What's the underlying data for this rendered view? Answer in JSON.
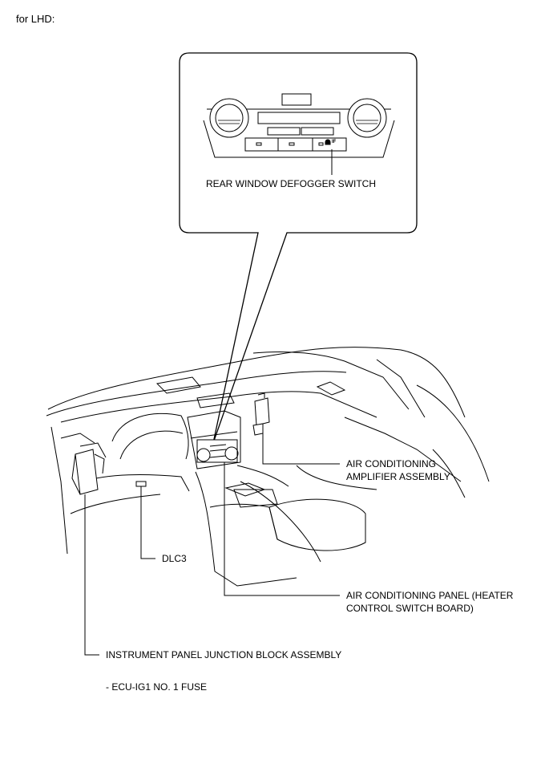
{
  "header": {
    "text": "for LHD:"
  },
  "callouts": {
    "rear_window_defogger_switch": "REAR WINDOW DEFOGGER SWITCH",
    "ac_amplifier_line1": "AIR CONDITIONING",
    "ac_amplifier_line2": "AMPLIFIER ASSEMBLY",
    "dlc3": "DLC3",
    "ac_panel_line1": "AIR CONDITIONING PANEL (HEATER",
    "ac_panel_line2": "CONTROL SWITCH BOARD)",
    "junction_block": "INSTRUMENT PANEL JUNCTION BLOCK ASSEMBLY",
    "fuse_note": "- ECU-IG1 NO. 1 FUSE"
  },
  "switch_label": "IF"
}
